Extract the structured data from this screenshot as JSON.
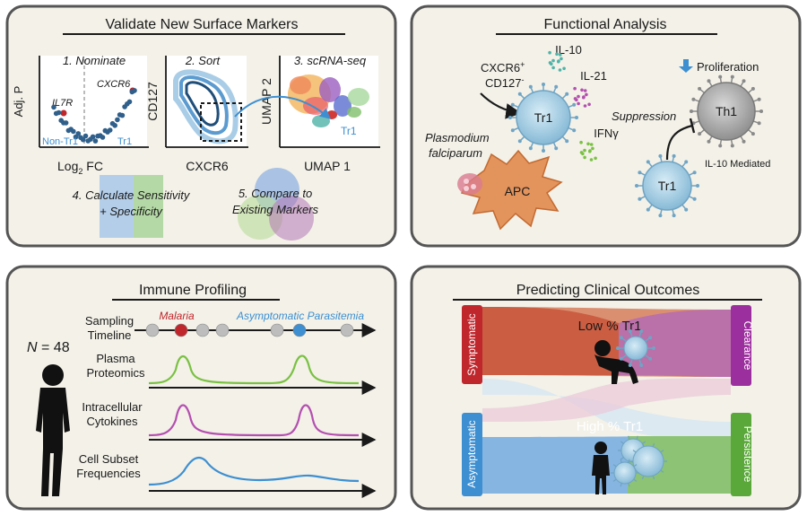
{
  "colors": {
    "panel_bg": "#f3f1e8",
    "panel_border": "#555555",
    "red": "#c0272d",
    "blue": "#3d8fd1",
    "navy": "#1f4e79",
    "green": "#7ac143",
    "purple": "#b44fb0",
    "orange": "#d9763a",
    "cell_blue": "#9cc9e0",
    "gray_cell": "#9d9d9d"
  },
  "panel_validate": {
    "title": "Validate New Surface Markers",
    "step1": "1. Nominate",
    "step2": "2. Sort",
    "step3": "3. scRNA-seq",
    "y_volcano": "Adj. P",
    "x_volcano": "Log",
    "x_volcano_sub": "2",
    "x_volcano_suffix": " FC",
    "il7r": "IL7R",
    "cxcr6": "CXCR6",
    "non_tr1": "Non-Tr1",
    "tr1": "Tr1",
    "y_sort": "CD127",
    "x_sort": "CXCR6",
    "y_umap": "UMAP 2",
    "x_umap": "UMAP 1",
    "umap_tr1": "Tr1",
    "step4_line1": "4. Calculate Sensitivity",
    "step4_line2": "+ Specificity",
    "step5_line1": "5. Compare to",
    "step5_line2": "Existing Markers"
  },
  "panel_functional": {
    "title": "Functional Analysis",
    "marker_line1": "CXCR6",
    "marker_sup1": "+",
    "marker_line2": "CD127",
    "marker_sup2": "-",
    "il10": "IL-10",
    "il21": "IL-21",
    "ifn": "IFNγ",
    "tr1_main": "Tr1",
    "pf_line1": "Plasmodium",
    "pf_line2": "falciparum",
    "apc": "APC",
    "proliferation": "Proliferation",
    "suppression": "Suppression",
    "th1": "Th1",
    "tr1_small": "Tr1",
    "il10_mediated": "IL-10 Mediated"
  },
  "panel_immune": {
    "title": "Immune Profiling",
    "n_label": "N",
    "n_value": " = 48",
    "sampling_line1": "Sampling",
    "sampling_line2": "Timeline",
    "malaria": "Malaria",
    "asymptomatic": "Asymptomatic Parasitemia",
    "plasma_line1": "Plasma",
    "plasma_line2": "Proteomics",
    "intra_line1": "Intracellular",
    "intra_line2": "Cytokines",
    "cell_line1": "Cell Subset",
    "cell_line2": "Frequencies"
  },
  "panel_predicting": {
    "title": "Predicting Clinical Outcomes",
    "symptomatic": "Symptomatic",
    "asymptomatic": "Asymptomatic",
    "clearance": "Clearance",
    "persistence": "Persistence",
    "low_tr1": "Low % Tr1",
    "high_tr1": "High % Tr1"
  }
}
